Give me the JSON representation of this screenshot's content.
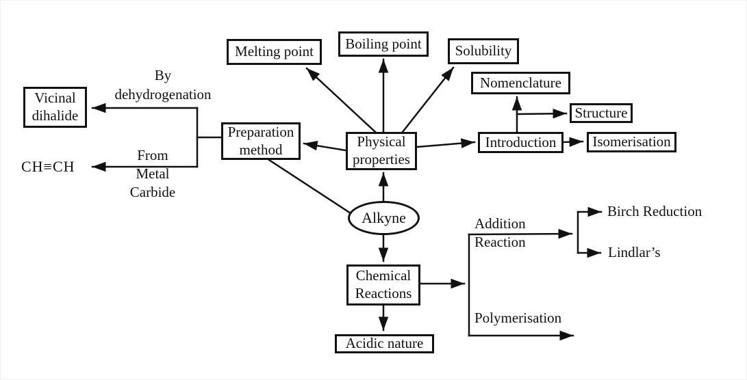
{
  "diagram": {
    "central_node": "Alkyne",
    "nodes": {
      "alkyne": "Alkyne",
      "physical_properties": "Physical\nproperties",
      "preparation_method": "Preparation\nmethod",
      "chemical_reactions": "Chemical\nReactions",
      "melting_point": "Melting point",
      "boiling_point": "Boiling point",
      "solubility": "Solubility",
      "nomenclature": "Nomenclature",
      "structure": "Structure",
      "introduction": "Introduction",
      "isomerisation": "Isomerisation",
      "vicinal_dihalide": "Vicinal\ndihalide",
      "acidic_nature": "Acidic nature"
    },
    "labels": {
      "ch_formula": "CH≡CH",
      "by_dehydrogenation": "By\ndehydrogenation",
      "from_metal_carbide": "From\nMetal\nCarbide",
      "addition_reaction": "Addition\nReaction",
      "polymerisation": "Polymerisation",
      "birch_reduction": "Birch Reduction",
      "lindlars": "Lindlar’s"
    },
    "colors": {
      "line": "#111111",
      "box_border": "#111111",
      "text": "#111111",
      "background": "#ffffff"
    }
  }
}
